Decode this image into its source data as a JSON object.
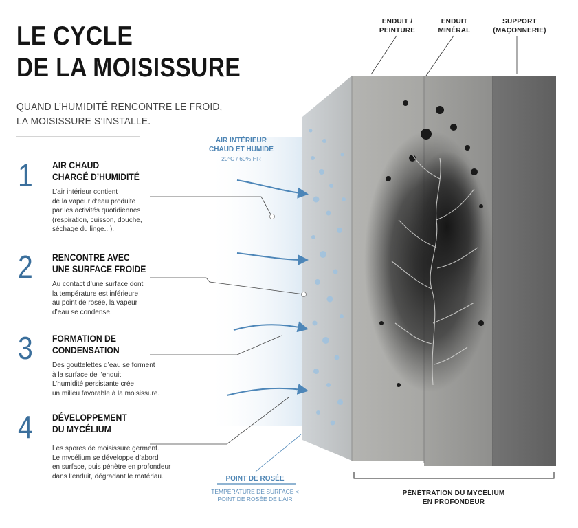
{
  "title": {
    "line1": "LE CYCLE",
    "line2": "DE LA MOISISSURE"
  },
  "subtitle": {
    "line1": "QUAND L’HUMIDITÉ RENCONTRE LE FROID,",
    "line2": "LA MOISISSURE S’INSTALLE."
  },
  "steps": [
    {
      "number": "1",
      "title": "AIR CHAUD\nCHARGÉ D’HUMIDITÉ",
      "desc": "L’air intérieur contient\nde la vapeur d’eau produite\npar les activités quotidiennes\n(respiration, cuisson, douche,\nséchage du linge...)."
    },
    {
      "number": "2",
      "title": "RENCONTRE AVEC\nUNE SURFACE FROIDE",
      "desc": "Au contact d’une surface dont\nla température est inférieure\nau point de rosée, la vapeur\nd’eau se condense."
    },
    {
      "number": "3",
      "title": "FORMATION DE\nCONDENSATION",
      "desc": "Des gouttelettes d’eau se forment\nà la surface de l’enduit.\nL’humidité persistante crée\nun milieu favorable à la moisissure."
    },
    {
      "number": "4",
      "title": "DÉVELOPPEMENT\nDU MYCÉLIUM",
      "desc": "Les spores de moisissure germent.\nLe mycélium se développe d’abord\nen surface, puis pénètre en profondeur\ndans l’enduit, dégradant le matériau."
    }
  ],
  "air": {
    "title": "AIR INTÉRIEUR\nCHAUD ET HUMIDE",
    "sub": "20°C / 60% HR"
  },
  "layers": {
    "enduit_peinture": "ENDUIT /\nPEINTURE",
    "enduit_mineral": "ENDUIT\nMINÉRAL",
    "support": "SUPPORT\n(MAÇONNERIE)"
  },
  "dew_point": {
    "title": "POINT DE ROSÉE",
    "sub": "TEMPÉRATURE DE SURFACE <\nPOINT DE ROSÉE DE L’AIR"
  },
  "penetration": "PÉNÉTRATION DU MYCÉLIUM\nEN PROFONDEUR",
  "colors": {
    "accent_blue": "#3b6f9c",
    "arrow_blue": "#4d86b8",
    "mold": "#1e1e1e",
    "support_gray": "#6f6f6f",
    "plaster_gray": "#a9a9a6"
  }
}
